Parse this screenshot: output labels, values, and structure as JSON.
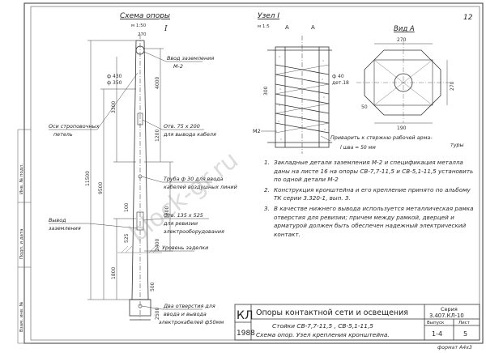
{
  "titles": {
    "scheme": "Схема опоры",
    "node": "Узел I",
    "view": "Вид А",
    "node_scale": "м 1:5",
    "roman": "I"
  },
  "marks": {
    "height_mark": "м 1:50",
    "arrow_a1": "А",
    "arrow_a2": "А",
    "sheet_corner": "12"
  },
  "labels": {
    "ground_detail": "Ввод заземления",
    "ground_detail_2": "М-2",
    "hole_1": "Отв. 75 х 200",
    "hole_1b": "для вывода кабеля",
    "pipe": "Труба ф 30 для ввода",
    "pipe_b": "кабелей воздушных линий",
    "hole_2": "Отв. 135 х 525",
    "hole_2b": "для ревизии",
    "hole_2c": "электрооборудования",
    "ground_level": "Уровень заделки",
    "pole_axis": "Оси строповочных",
    "pole_axis_b": "петель",
    "ground_out": "Вывод",
    "ground_out_b": "заземления",
    "bottom_holes": "Два отверстия для",
    "bottom_holes_b": "ввода и вывода",
    "bottom_holes_c": "электрокабелей ф50мм",
    "weld": "Приварить к стержню рабочей арма-",
    "weld_b": "туры",
    "weld_len": "l шва = 50 мм",
    "detail_m2": "М2",
    "det_label": "дет.18"
  },
  "dims": {
    "d_270_top": "270",
    "d_270_node": "270",
    "d_270_side": "270",
    "d_300": "300",
    "d_11500": "11500",
    "d_9500": "9500",
    "d_1200": "1200",
    "d_2400": "2400",
    "d_3300": "3300",
    "d_4000": "4000",
    "d_1600": "1600",
    "d_1800": "1800",
    "d_525": "525",
    "d_100": "100",
    "d_500": "500",
    "d_2500": "2500",
    "d_190": "190",
    "d_phi": "ф 430",
    "d_phi_b": "ф 350",
    "d_ph40": "ф 40",
    "d_50": "50"
  },
  "notes": [
    {
      "num": "1.",
      "text": "Закладные детали заземления М-2 и спецификация металла даны на листе 16 на опоры СВ-7,7-11,5 и СВ-5,1-11,5 установить по одной детали М-2"
    },
    {
      "num": "2.",
      "text": "Конструкция кронштейна и его крепление принято по альбому ТК серии 3.320-1, вып. 3."
    },
    {
      "num": "3.",
      "text": "В качестве нижнего вывода используется металлическая рамка отверстия для ревизии; причем между рамкой, дверцей и арматурой должен быть обеспечен надежный электрический контакт."
    }
  ],
  "title_block": {
    "org_mark": "КЛ",
    "org_code": "1988",
    "title": "Опоры контактной сети и освещения",
    "sub_1": "Стойки СВ-7,7-11,5 , СВ-5,1-11,5",
    "sub_2": "Схема опор. Узел крепления кронштейна.",
    "series_label": "Серия",
    "series_value": "3.407.КЛ-10",
    "issue_label": "Выпуск",
    "issue_value": "1-4",
    "sheet_label": "Лист",
    "sheet_value": "5",
    "format": "формат А4х3"
  },
  "side_stamp": {
    "row1": "Инв. № подл.",
    "row2": "Подп. и дата",
    "row3": "Взам. инв. №"
  },
  "watermark": "block-gr.ru"
}
